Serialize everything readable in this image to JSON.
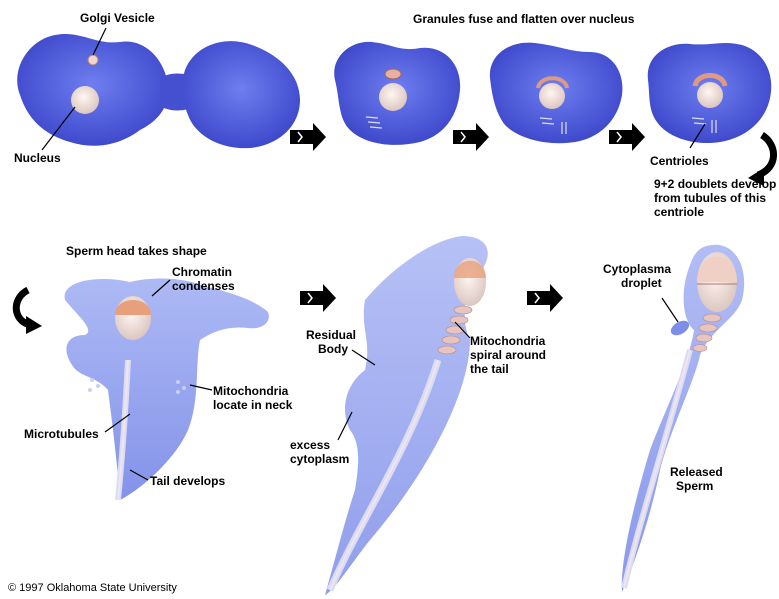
{
  "labels": {
    "golgi_vesicle": "Golgi Vesicle",
    "nucleus": "Nucleus",
    "granules_fuse": "Granules fuse and flatten over nucleus",
    "centrioles": "Centrioles",
    "doublets_1": "9+2 doublets develop",
    "doublets_2": "from tubules of this",
    "doublets_3": "centriole",
    "sperm_head": "Sperm head takes shape",
    "chromatin_1": "Chromatin",
    "chromatin_2": "condenses",
    "mito_neck_1": "Mitochondria",
    "mito_neck_2": "locate in neck",
    "microtubules": "Microtubules",
    "tail_develops": "Tail develops",
    "residual_1": "Residual",
    "residual_2": "Body",
    "excess_1": "excess",
    "excess_2": "cytoplasm",
    "mito_spiral_1": "Mitochondria",
    "mito_spiral_2": "spiral around",
    "mito_spiral_3": "the tail",
    "droplet_1": "Cytoplasma",
    "droplet_2": "droplet",
    "released_1": "Released",
    "released_2": "Sperm",
    "copyright": "© 1997 Oklahoma State University"
  },
  "colors": {
    "cell_blue": "#4a57d8",
    "cell_light": "#8a9cf0",
    "cytoplasm": "#9aa8f0",
    "nucleus": "#f2e2dc",
    "acrosome": "#e8a080",
    "arrow": "#000000"
  }
}
